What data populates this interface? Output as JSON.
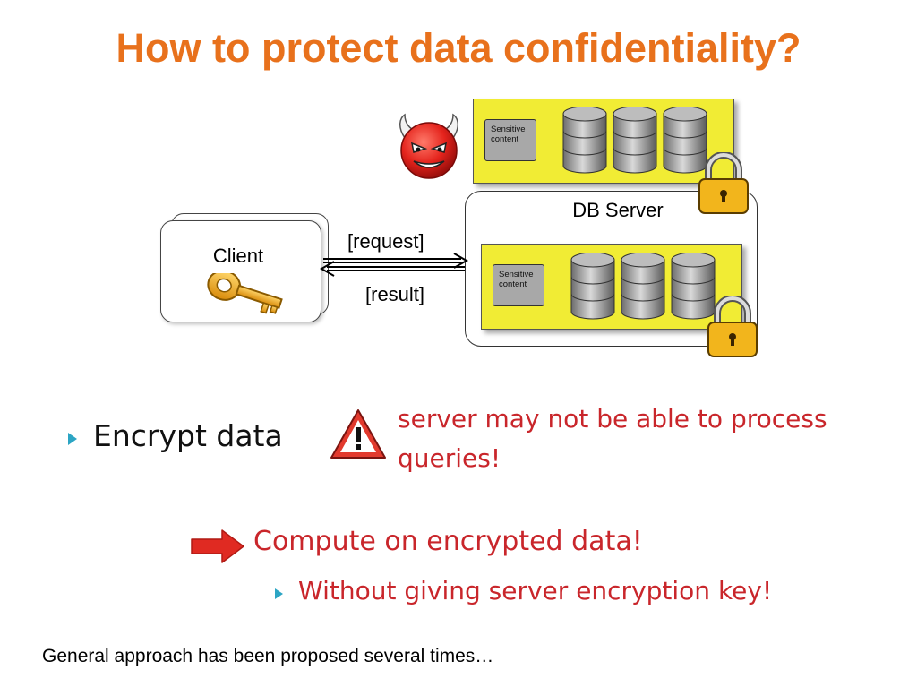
{
  "slide": {
    "title": "How to protect data confidentiality?",
    "diagram": {
      "client_label": "Client",
      "request_label": "[request]",
      "result_label": "[result]",
      "db_server_label": "DB Server",
      "scroll_top_text": "Sensitive content",
      "scroll_bottom_text": "Sensitive content",
      "icons": [
        "devil-icon",
        "key-icon",
        "database-icon",
        "padlock-icon",
        "warning-icon",
        "red-arrow-icon"
      ]
    },
    "bullet1": "Encrypt data",
    "warning_text": "server may not be able to process queries!",
    "compute_text": "Compute on encrypted data!",
    "sub_bullet": "Without giving server encryption key!",
    "footer": "General approach has been proposed several times…"
  },
  "colors": {
    "title": "#e8711c",
    "warning_red": "#c9262b",
    "bullet_teal": "#2ca5c4",
    "panel_yellow": "#f1ec34"
  }
}
